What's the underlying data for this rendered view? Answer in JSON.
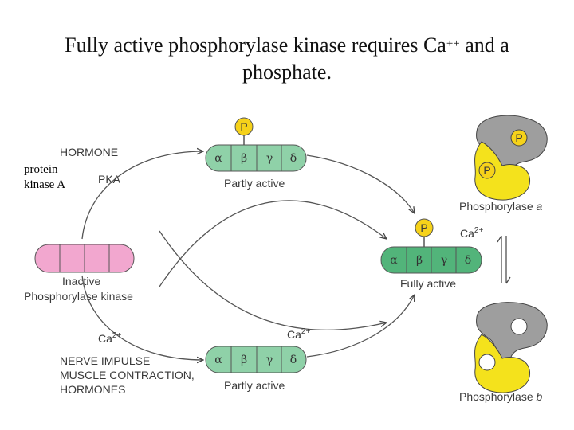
{
  "title": {
    "line1_pre": "Fully active phosphorylase kinase requires Ca",
    "line1_sup": "++",
    "line1_post": " and a",
    "line2": "phosphate."
  },
  "note": {
    "line1": "protein",
    "line2": "kinase A"
  },
  "labels": {
    "hormone": "HORMONE",
    "pka": "PKA",
    "partly_active": "Partly active",
    "fully_active": "Fully active",
    "inactive_l1": "Inactive",
    "inactive_l2": "Phosphorylase kinase",
    "ca_main": "Ca",
    "ca_sup": "2+",
    "nerve_l1": "NERVE IMPULSE",
    "nerve_l2": "MUSCLE CONTRACTION,",
    "nerve_l3": "HORMONES",
    "phos_a_main": "Phosphorylase ",
    "phos_a_it": "a",
    "phos_b_main": "Phosphorylase ",
    "phos_b_it": "b",
    "p": "P"
  },
  "subunits": {
    "alpha": "α",
    "beta": "β",
    "gamma": "γ",
    "delta": "δ"
  },
  "colors": {
    "inactive": "#f2a7cf",
    "partly": "#8fd1a8",
    "fully": "#52b47a",
    "phosphate": "#f6d21a",
    "enzyme_gray": "#9e9e9e",
    "enzyme_yellow": "#f4e21c"
  }
}
